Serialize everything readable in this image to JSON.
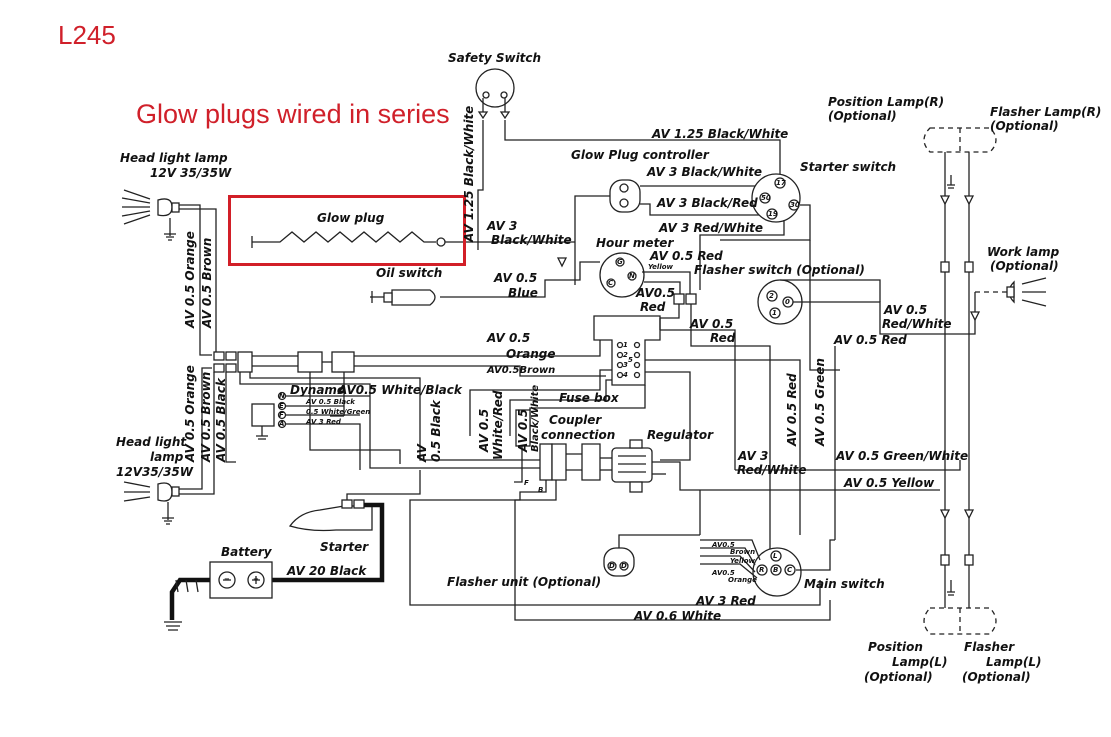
{
  "page_label": "L245",
  "note": "Glow plugs wired in series",
  "labels": {
    "safety_switch": "Safety Switch",
    "position_lamp_r": "Position Lamp(R)",
    "position_lamp_r_opt": "(Optional)",
    "flasher_lamp_r": "Flasher Lamp(R)",
    "flasher_lamp_r_opt": "(Optional)",
    "headlight_top": "Head light lamp",
    "headlight_top_spec": "12V 35/35W",
    "av125": "AV 1.25 Black/White",
    "glow_ctrl": "Glow Plug controller",
    "av3_bw_ctrl": "AV 3 Black/White",
    "starter_switch": "Starter switch",
    "av3_br": "AV 3 Black/Red",
    "av3_rw_top": "AV 3 Red/White",
    "glow_plug": "Glow plug",
    "av3_gp": "AV 3",
    "av3_gp_color": "Black/White",
    "hour_meter": "Hour meter",
    "av05_red_hm": "AV 0.5 Red",
    "oil_switch": "Oil switch",
    "flasher_switch": "Flasher switch (Optional)",
    "work_lamp": "Work lamp",
    "work_lamp_opt": "(Optional)",
    "av05_blue": "AV 0.5",
    "av05_blue_color": "Blue",
    "av05_red_a": "AV0.5",
    "av05_red_a2": "Red",
    "av05_red_b": "AV 0.5",
    "av05_red_b2": "Red",
    "av05_rw": "AV 0.5",
    "av05_rw2": "Red/White",
    "av05_red_right": "AV 0.5 Red",
    "av05_orange": "AV 0.5",
    "av05_orange2": "Orange",
    "av05_brown_mid": "AV0.5Brown",
    "dynamo": "Dynamo",
    "av05_wb": "AV0.5 White/Black",
    "av05_black_s": "AV 0.5 Black",
    "av05_wg_s": "0.5 White/Green",
    "av3_red_s": "AV 3 Red",
    "fuse_box": "Fuse box",
    "coupler": "Coupler",
    "coupler2": "connection",
    "regulator": "Regulator",
    "headlight_bot": "Head light",
    "headlight_bot2": "lamp",
    "headlight_bot_spec": "12V35/35W",
    "av3_rw_mid": "AV 3",
    "av3_rw_mid2": "Red/White",
    "av05_gw": "AV 0.5 Green/White",
    "av05_yellow": "AV 0.5 Yellow",
    "battery": "Battery",
    "starter": "Starter",
    "av20": "AV 20  Black",
    "flasher_unit": "Flasher unit (Optional)",
    "av3_red_bot": "AV 3 Red",
    "av06_white": "AV 0.6 White",
    "main_switch": "Main switch",
    "position_lamp_l": "Position",
    "position_lamp_l2": "Lamp(L)",
    "position_lamp_l3": "(Optional)",
    "flasher_lamp_l": "Flasher",
    "flasher_lamp_l2": "Lamp(L)",
    "flasher_lamp_l3": "(Optional)",
    "v_av125bw": "AV 1.25 Black/White",
    "v_av05orange_top": "AV 0.5 Orange",
    "v_av05brown_top": "AV 0.5 Brown",
    "v_av05orange_bot": "AV 0.5 Orange",
    "v_av05brown_bot": "AV 0.5 Brown",
    "v_av05black_l": "AV 0.5 Black",
    "v_av_black": "AV",
    "v_av_black2": "0.5 Black",
    "v_av05wr": "AV 0.5",
    "v_av05wr2": "White/Red",
    "v_av05bw": "AV 0.5",
    "v_av05bw2": "Black/White",
    "v_av05red_mid": "AV 0.5 Red",
    "v_av05green": "AV 0.5 Green",
    "small_labels": {
      "yellow": "Yellow",
      "av05": "AV0.5",
      "brown": "Brown",
      "orange": "Orange",
      "av05b": "AV0.5",
      "yellow2": "Yellow",
      "f": "F",
      "b": "B",
      "bat_minus": "−",
      "bat_plus": "+",
      "ss_17": "17",
      "ss_30": "30",
      "ss_19": "19",
      "ss_50": "50",
      "hm_g": "G",
      "hm_n": "N",
      "hm_c": "C",
      "fs_2": "2",
      "fs_1": "1",
      "fs_0": "0",
      "ms_l": "L",
      "ms_b": "B",
      "ms_c": "C",
      "ms_r": "R",
      "d1": "D",
      "d2": "D",
      "fb_1": "1",
      "fb_2": "2",
      "fb_3": "3",
      "fb_4": "4",
      "fb_5": "5",
      "dy_n": "N",
      "dy_e": "E",
      "dy_f": "F",
      "dy_a": "A"
    }
  }
}
